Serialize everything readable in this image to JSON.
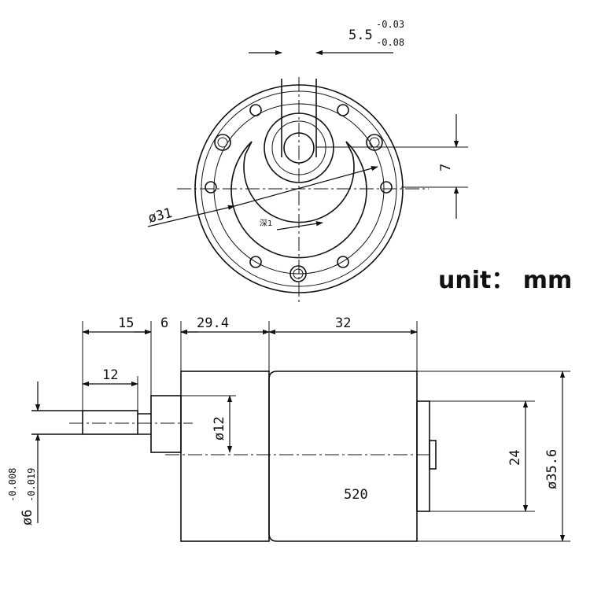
{
  "unit_label": "unit： mm",
  "front_view": {
    "flat_width": "5.5",
    "flat_width_tol_upper": "-0.03",
    "flat_width_tol_lower": "-0.08",
    "offset": "7",
    "diameter": "ø31",
    "depth_note": "深1"
  },
  "side_view": {
    "shaft_length": "15",
    "flange": "6",
    "gearbox_length": "29.4",
    "motor_length": "32",
    "flat_length": "12",
    "hub_diameter": "ø12",
    "shaft_diameter": "ø6",
    "shaft_tol_upper": "-0.008",
    "shaft_tol_lower": "-0.019",
    "endcap_diameter": "24",
    "motor_diameter": "ø35.6",
    "motor_model": "520"
  }
}
